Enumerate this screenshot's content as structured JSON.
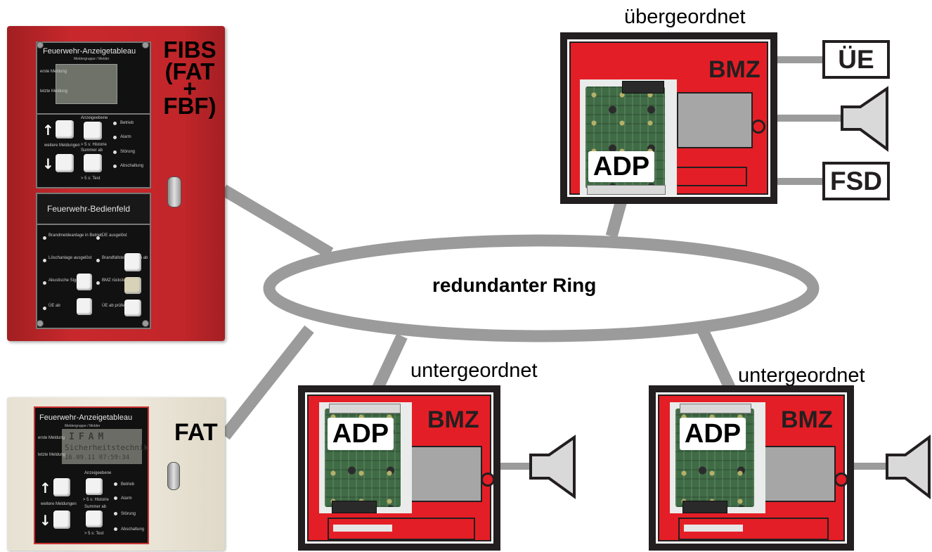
{
  "ring": {
    "label": "redundanter Ring",
    "color": "#9b9b9b"
  },
  "fibs": {
    "label_lines": [
      "FIBS",
      "(FAT",
      "+",
      "FBF)"
    ],
    "panel_top_title": "Feuerwehr-Anzeigetableau",
    "panel_top_subtitle": "Meldergruppe / Melder",
    "panel_top_left_labels": [
      "erste Meldung",
      "letzte Meldung"
    ],
    "panel_top_middle_labels": [
      "Anzeigeebene",
      "> 5 s: Historie",
      "Summer ab",
      "> 5 s: Test"
    ],
    "panel_top_right_labels": [
      "Betrieb",
      "Alarm",
      "Störung",
      "Abschaltung"
    ],
    "panel_top_nav_label": "weitere Meldungen",
    "panel_bottom_title": "Feuerwehr-Bedienfeld",
    "panel_bottom_left_labels": [
      "Brandmeldeanlage in Betrieb",
      "Löschanlage ausgelöst",
      "Akustische Signale ab",
      "ÜE ab"
    ],
    "panel_bottom_right_labels": [
      "ÜE ausgelöst",
      "Brandfallsteuerungen ab",
      "BMZ rückstellen",
      "ÜE ab prüfen"
    ]
  },
  "fat": {
    "label": "FAT",
    "panel_title": "Feuerwehr-Anzeigetableau",
    "panel_subtitle": "Meldergruppe / Melder",
    "lcd_brand": "IFAM",
    "lcd_line": "Sicherheitstechnik",
    "lcd_date": "16.09.11  07:59:34",
    "left_labels": [
      "erste Meldung",
      "letzte Meldung"
    ],
    "nav_label": "weitere Meldungen",
    "middle_labels": [
      "Anzeigeebene",
      "> 5 s: Historie",
      "Summer ab",
      "> 5 s: Test"
    ],
    "right_labels": [
      "Betrieb",
      "Alarm",
      "Störung",
      "Abschaltung"
    ]
  },
  "bmz_top": {
    "role": "übergeordnet",
    "title": "BMZ",
    "adp": "ADP"
  },
  "bmz_bottom_left": {
    "role": "untergeordnet",
    "title": "BMZ",
    "adp": "ADP"
  },
  "bmz_bottom_right": {
    "role": "untergeordnet",
    "title": "BMZ",
    "adp": "ADP"
  },
  "outputs": {
    "ue": "ÜE",
    "fsd": "FSD"
  },
  "colors": {
    "bmz_red": "#e41e26",
    "frame": "#231f20",
    "link_gray": "#9b9b9b",
    "siren_fill": "#d9d9d9"
  }
}
